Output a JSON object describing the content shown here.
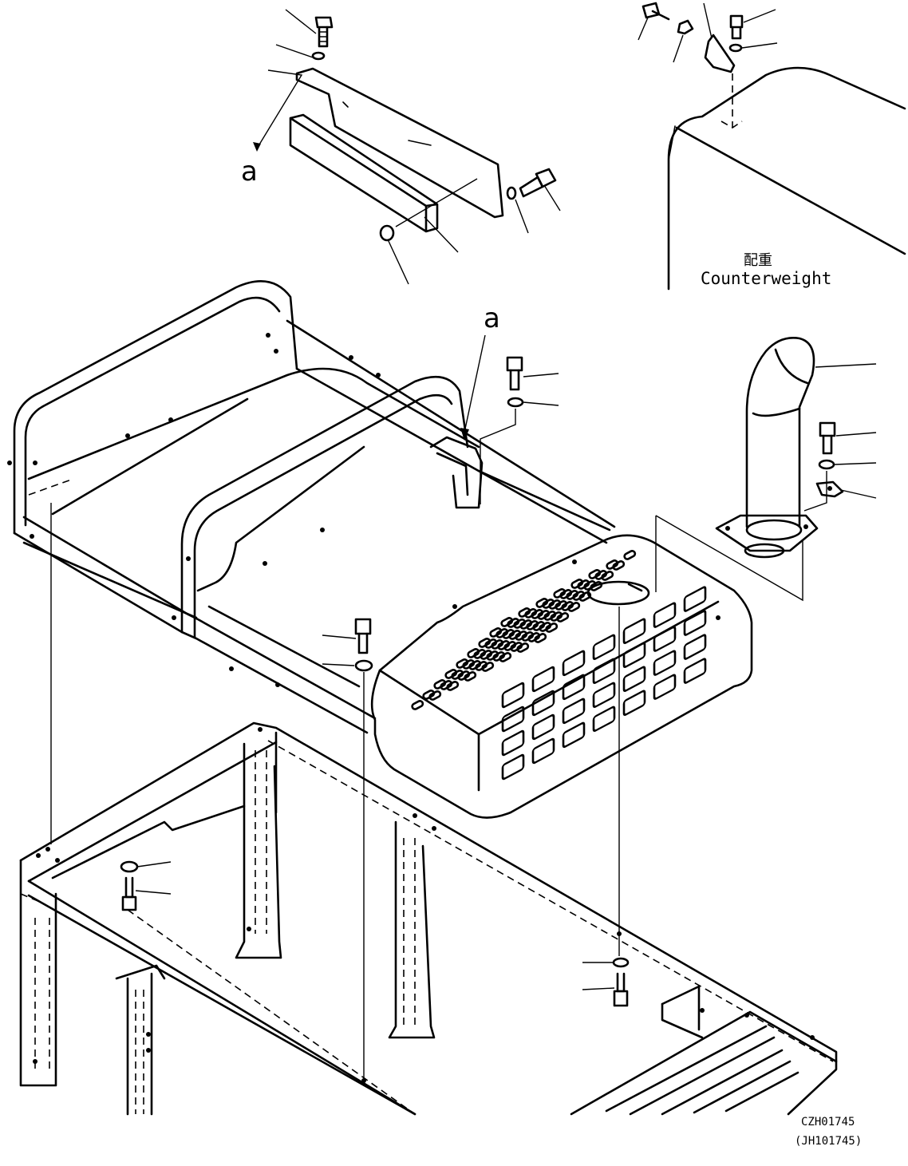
{
  "labels": {
    "counterweight_jp": "配重",
    "counterweight_en": "Counterweight",
    "callout_a_top": "a",
    "callout_a_mid": "a",
    "drawing_number": "CZH01745",
    "drawing_ref": "(JH101745)"
  }
}
